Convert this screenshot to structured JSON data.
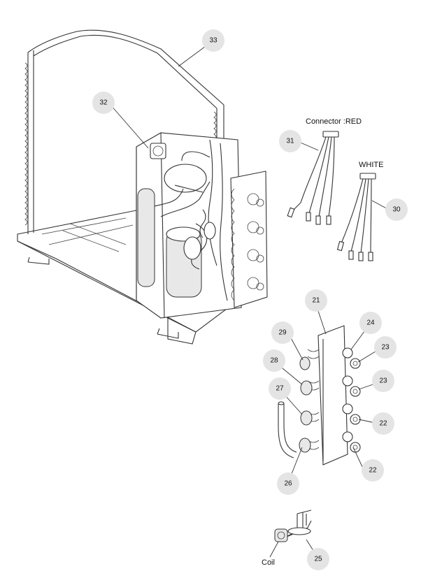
{
  "balloons": {
    "b33": "33",
    "b32": "32",
    "b31": "31",
    "b30": "30",
    "b21": "21",
    "b24": "24",
    "b29": "29",
    "b23a": "23",
    "b28": "28",
    "b23b": "23",
    "b27": "27",
    "b22a": "22",
    "b22b": "22",
    "b26": "26",
    "b25": "25"
  },
  "labels": {
    "connector_red": "Connector :RED",
    "white": "WHITE",
    "coil": "Coil"
  }
}
